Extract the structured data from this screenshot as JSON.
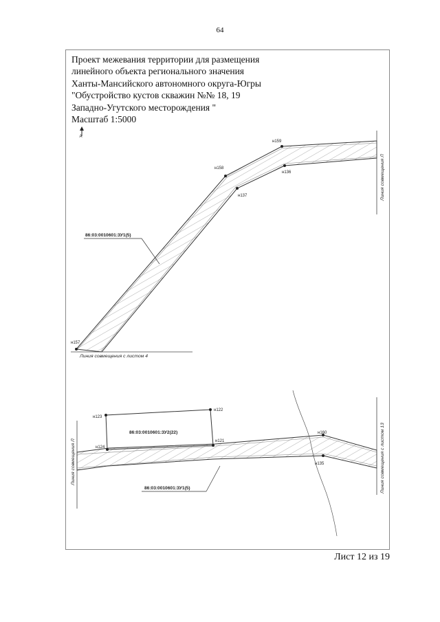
{
  "page_number": "64",
  "title_lines": [
    "Проект межевания территории для размещения",
    "линейного объекта регионального значения",
    "Ханты-Мансийского автономного округа-Югры",
    "\"Обустройство кустов скважин №№ 18, 19",
    "Западно-Угутского месторождения \"",
    "Масштаб 1:5000"
  ],
  "north_arrow": "А",
  "sheet_label": "Лист 12 из 19",
  "map": {
    "points": {
      "n157": "н157",
      "n158": "н158",
      "n159": "н159",
      "n136": "н136",
      "n137": "н137",
      "n123": "н123",
      "n122": "н122",
      "n124": "н124",
      "n121": "н121",
      "n160": "н160",
      "n135": "н135"
    },
    "parcels": {
      "upper": "86:03:0010601:ЗУ1(5)",
      "lower_rect": "86:03:0010601:ЗУ2(22)",
      "lower": "86:03:0010601:ЗУ1(5)"
    },
    "match_lines": {
      "upper_right": "Линия совмещения Л",
      "upper_bottom": "Линия совмещения с листом 4",
      "lower_left": "Линия совмещения Л",
      "lower_right": "Линия совмещения с листом 13"
    }
  }
}
